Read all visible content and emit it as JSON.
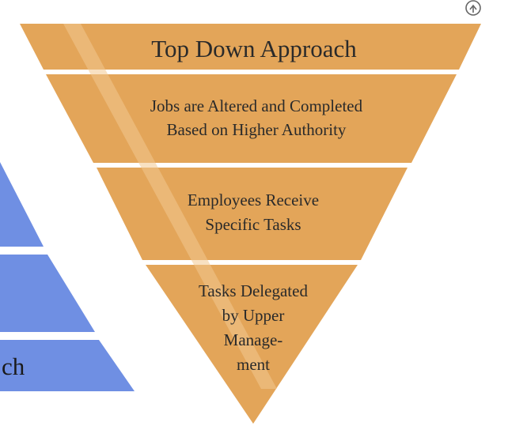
{
  "colors": {
    "orange_fill": "#e3a559",
    "orange_stroke": "#c98d3f",
    "blue_fill": "#6f8fe3",
    "separator": "#ffffff",
    "text": "#2a2a2a"
  },
  "icons": {
    "corner": "circled-arrow-icon"
  },
  "top_down": {
    "title": "Top Down Approach",
    "level1": {
      "line1": "Jobs are Altered and Completed",
      "line2": "Based on Higher Authority"
    },
    "level2": {
      "line1": "Employees Receive",
      "line2": "Specific Tasks"
    },
    "level3": {
      "line1": "Tasks Delegated",
      "line2": "by Upper",
      "line3": "Manage-",
      "line4": "ment"
    }
  },
  "left_pyramid": {
    "partial_label": "ch"
  }
}
